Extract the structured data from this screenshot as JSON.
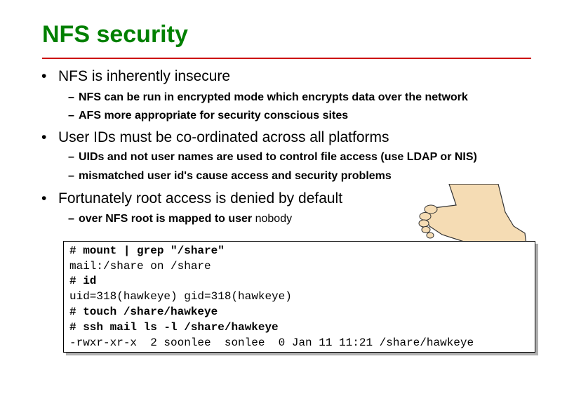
{
  "title": "NFS security",
  "bullets": [
    {
      "text": "NFS is inherently insecure",
      "subs": [
        {
          "text": "NFS can be run in encrypted mode which encrypts data over the network"
        },
        {
          "text": "AFS more appropriate for security conscious sites"
        }
      ]
    },
    {
      "text": "User IDs must be co-ordinated across all platforms",
      "subs": [
        {
          "text": "UIDs and not user names are used to control file access (use LDAP or NIS)"
        },
        {
          "text": "mismatched user id's cause access and security problems"
        }
      ]
    },
    {
      "text": "Fortunately root access is denied by default",
      "subs": [
        {
          "text": "over NFS root is mapped to user",
          "plain": " nobody"
        }
      ]
    }
  ],
  "bullet_glyph": "•",
  "dash_glyph": "–",
  "terminal": {
    "lines": [
      "# mount | grep \"/share\"",
      "mail:/share on /share",
      "# id",
      "uid=318(hawkeye) gid=318(hawkeye)",
      "# touch /share/hawkeye",
      "# ssh mail ls -l /share/hawkeye",
      "-rwxr-xr-x  2 soonlee  sonlee  0 Jan 11 11:21 /share/hawkeye"
    ]
  },
  "colors": {
    "title": "#008000",
    "rule": "#cc0000",
    "grass": "#3aa43a",
    "foot": "#f5dcb4"
  },
  "illustration": "foot-over-bear-trap-icon"
}
